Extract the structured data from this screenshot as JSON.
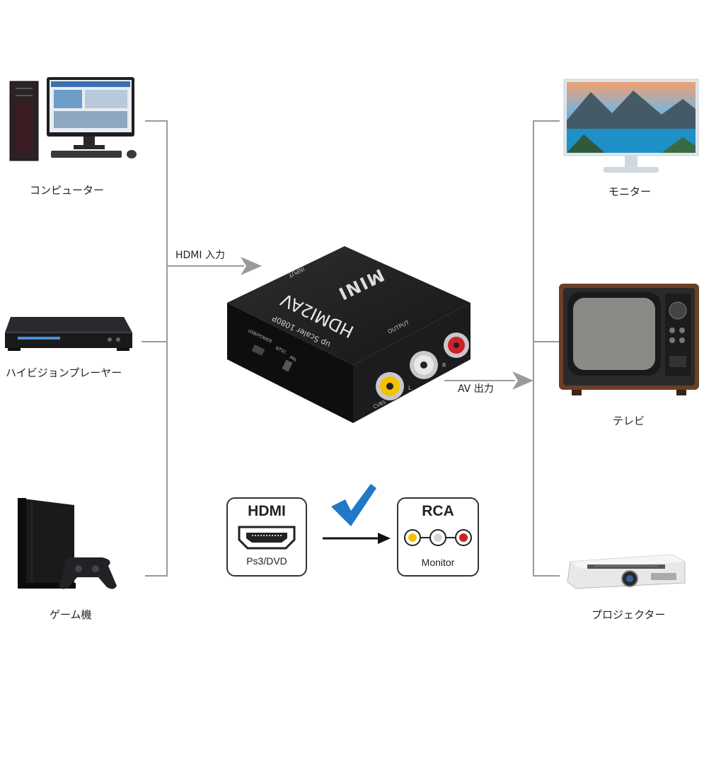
{
  "sources": [
    {
      "label": "コンピューター",
      "icon": "desktop-computer-icon"
    },
    {
      "label": "ハイビジョンプレーヤー",
      "icon": "bluray-player-icon"
    },
    {
      "label": "ゲーム機",
      "icon": "game-console-icon"
    }
  ],
  "outputs": [
    {
      "label": "モニター",
      "icon": "monitor-icon"
    },
    {
      "label": "テレビ",
      "icon": "crt-tv-icon"
    },
    {
      "label": "プロジェクター",
      "icon": "projector-icon"
    }
  ],
  "connections": {
    "input_label": "HDMI 入力",
    "output_label": "AV 出力"
  },
  "device": {
    "brand": "MINI",
    "model": "HDMI2AV",
    "subtitle": "up Scaler 1080P",
    "input_port": "INPUT",
    "output_port": "OUTPUT",
    "usb_port": "USB/POWER",
    "ntsc": "NTSC",
    "pal": "PAL",
    "cvbs": "CVBS",
    "left": "L",
    "right": "R"
  },
  "legend": {
    "hdmi_title": "HDMI",
    "hdmi_caption": "Ps3/DVD",
    "rca_title": "RCA",
    "rca_caption": "Monitor"
  },
  "colors": {
    "connector_line": "#9a9a9a",
    "check_blue": "#1f78c8",
    "rca_yellow": "#f2c200",
    "rca_white": "#d8d8d8",
    "rca_red": "#d0202a"
  }
}
